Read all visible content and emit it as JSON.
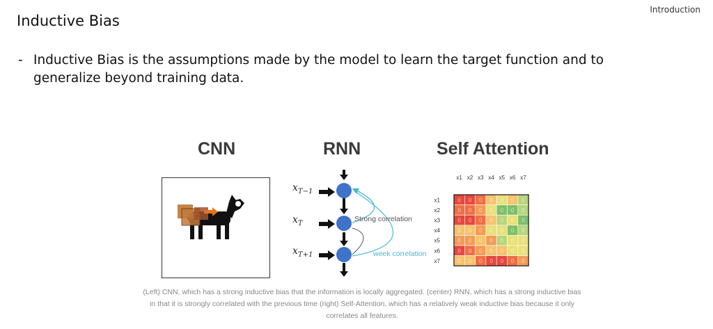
{
  "header": {
    "section": "Introduction",
    "title": "Inductive Bias"
  },
  "bullet": {
    "dash": "-",
    "text": "Inductive Bias is the assumptions made by the model to learn the target function and to generalize beyond training data."
  },
  "figure": {
    "cnn_title": "CNN",
    "rnn_title": "RNN",
    "sa_title": "Self Attention",
    "rnn": {
      "inputs": [
        {
          "base": "x",
          "sub": "T−1"
        },
        {
          "base": "x",
          "sub": "T"
        },
        {
          "base": "x",
          "sub": "T+1"
        }
      ],
      "strong_label": "Strong correlation",
      "weak_label": "week correlation"
    },
    "attention": {
      "col_labels": [
        "x1",
        "x2",
        "x3",
        "x4",
        "x5",
        "x6",
        "x7"
      ],
      "row_labels": [
        "x1",
        "x2",
        "x3",
        "x4",
        "x5",
        "x6",
        "x7"
      ],
      "cell_text": "0",
      "colors": [
        "#e8473c",
        "#ef6e45",
        "#f39c57",
        "#f6c36d",
        "#e9e07a",
        "#b7d57a",
        "#7fbf6b"
      ],
      "grid": [
        [
          0,
          0,
          1,
          3,
          4,
          3,
          5
        ],
        [
          1,
          1,
          2,
          4,
          6,
          6,
          5
        ],
        [
          0,
          0,
          1,
          3,
          5,
          4,
          6
        ],
        [
          3,
          3,
          2,
          4,
          4,
          6,
          5
        ],
        [
          2,
          2,
          3,
          2,
          5,
          4,
          4
        ],
        [
          0,
          1,
          2,
          3,
          3,
          4,
          4
        ],
        [
          3,
          3,
          1,
          0,
          0,
          1,
          2
        ]
      ]
    },
    "caption": "(Left) CNN, which has a strong inductive bias that the information is locally aggregated. (center) RNN, which has a strong inductive bias in that it is strongly correlated with the previous time (right) Self-Attention, which has a relatively weak inductive bias because it only correlates all features."
  }
}
